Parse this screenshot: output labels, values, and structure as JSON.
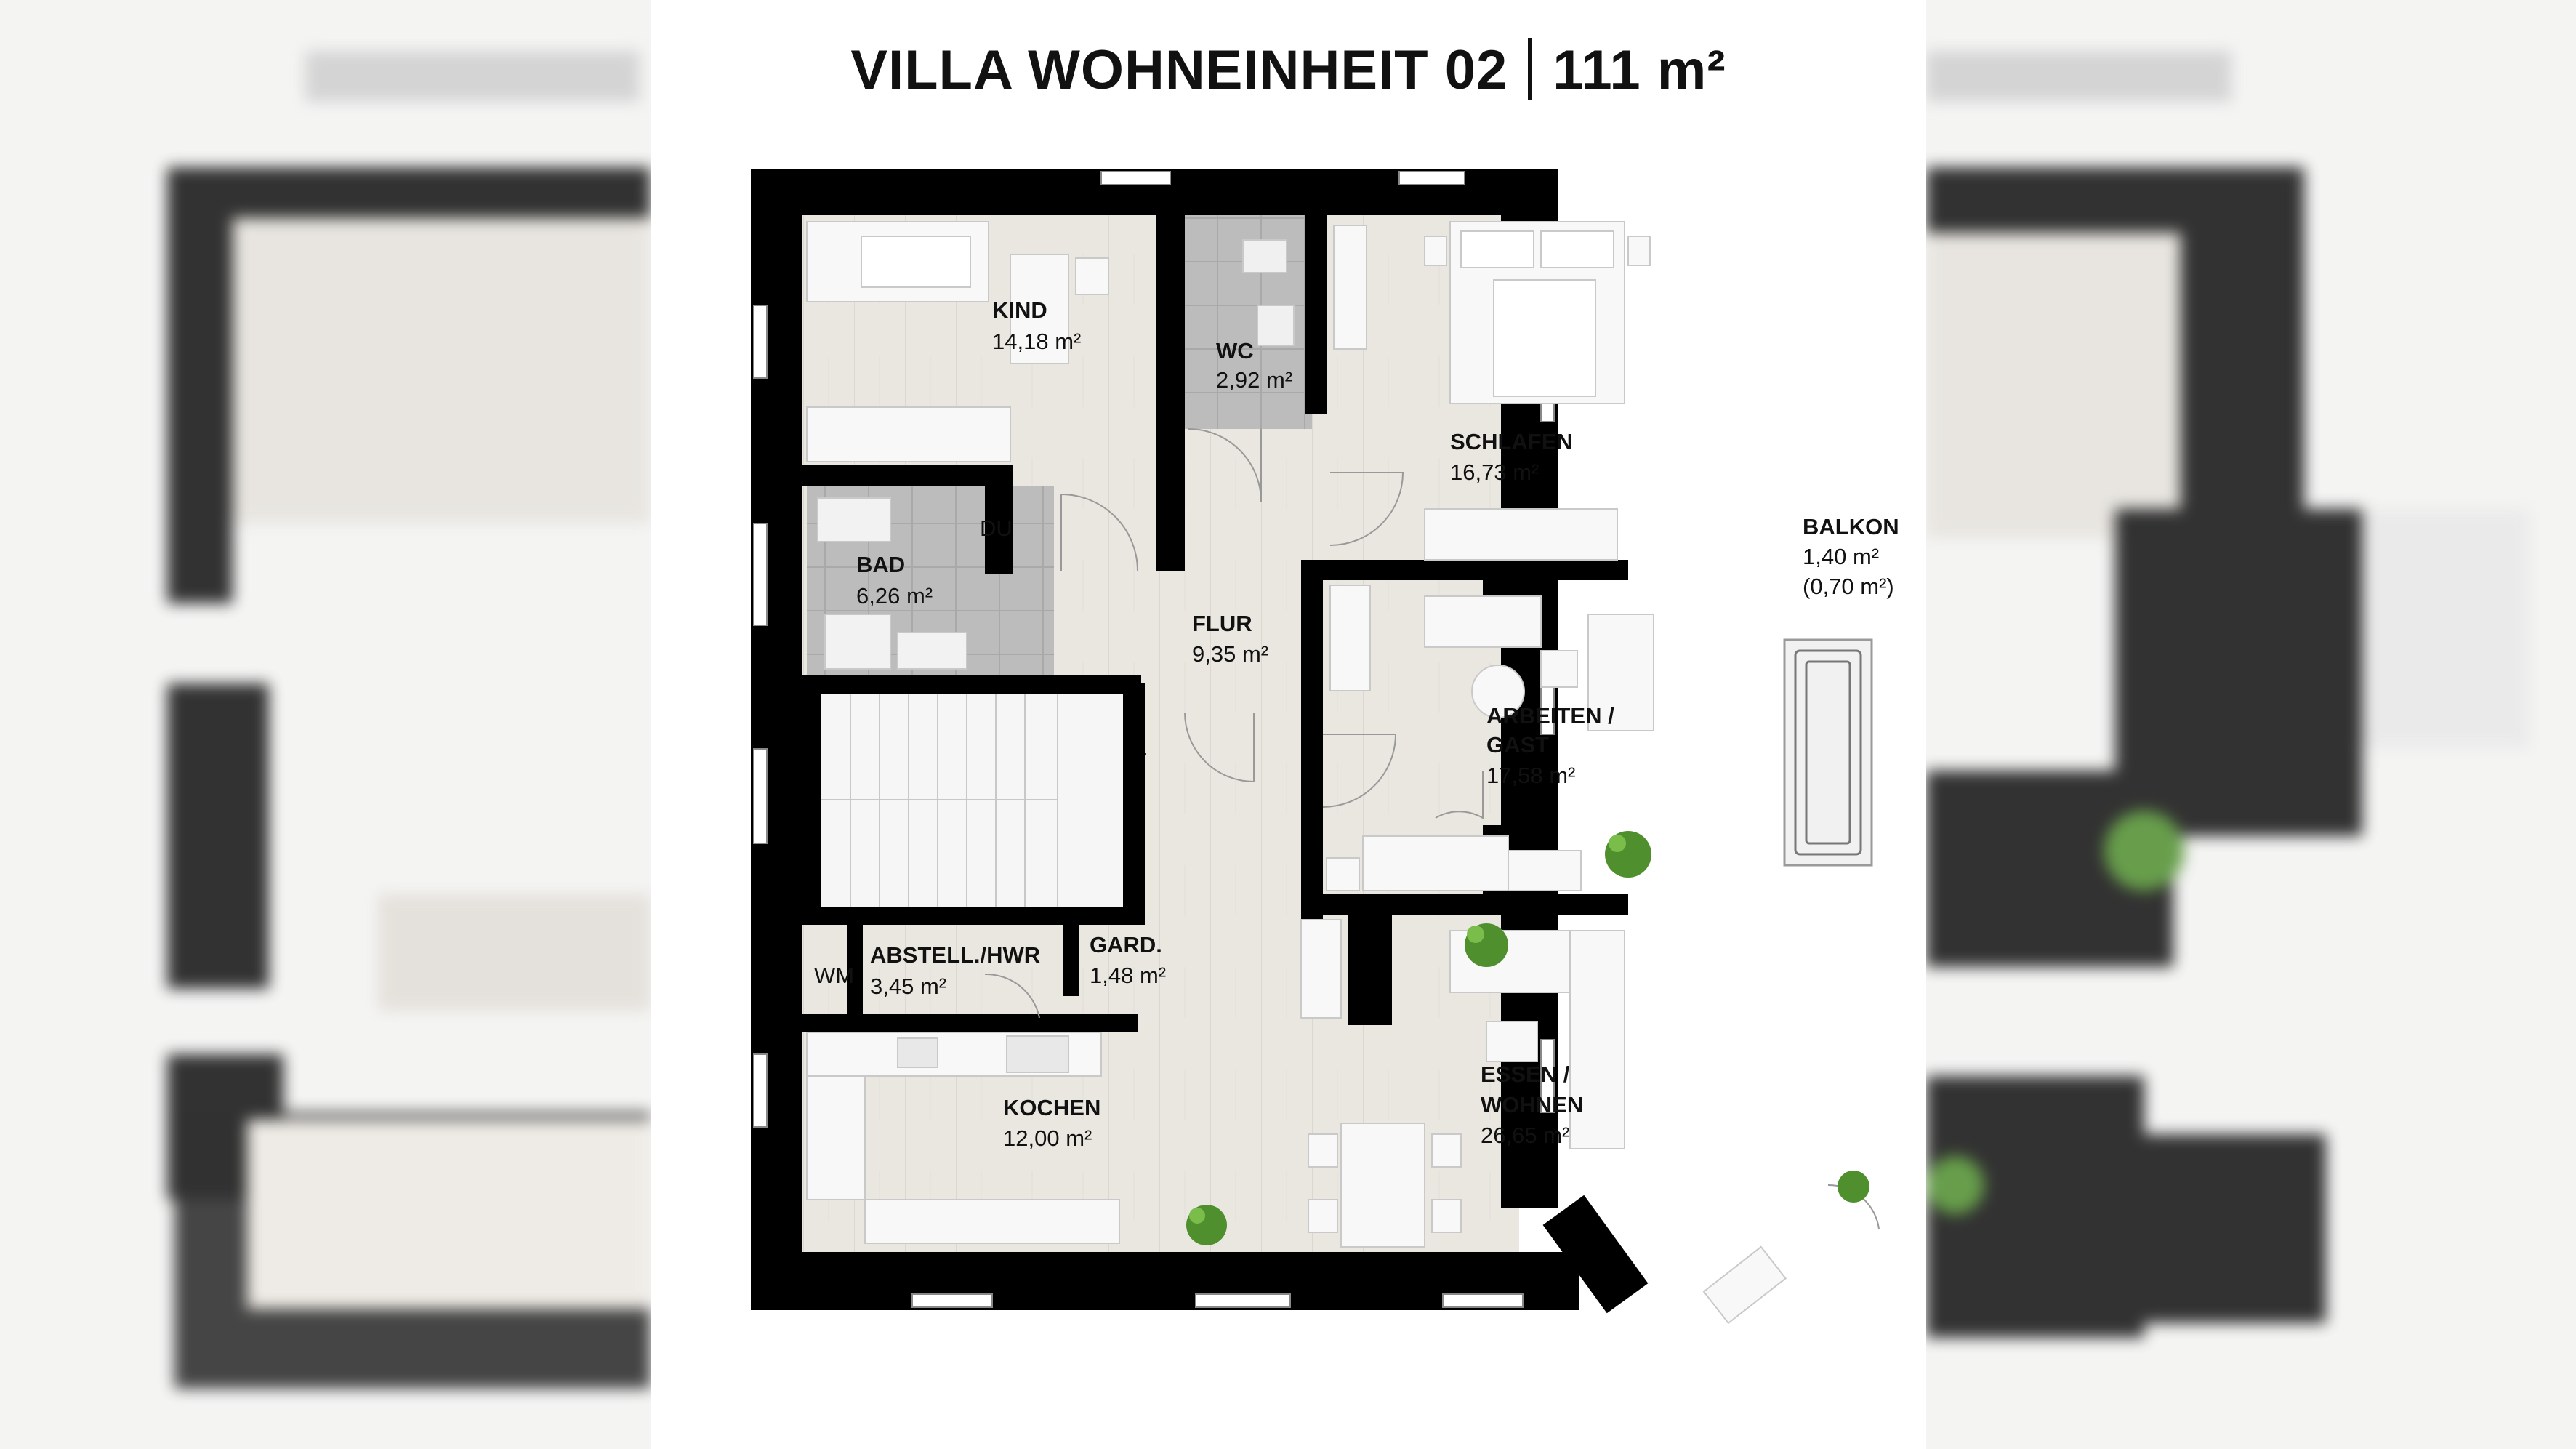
{
  "title": {
    "name": "VILLA WOHNEINHEIT 02",
    "area": "111 m²"
  },
  "rooms": {
    "kind": {
      "label": "KIND",
      "area": "14,18 m²"
    },
    "wc": {
      "label": "WC",
      "area": "2,92 m²"
    },
    "schlafen": {
      "label": "SCHLAFEN",
      "area": "16,73 m²"
    },
    "balkon": {
      "label": "BALKON",
      "area": "1,40 m²",
      "area_note": "(0,70 m²)"
    },
    "bad": {
      "label": "BAD",
      "area": "6,26 m²"
    },
    "du": {
      "label": "DU"
    },
    "flur": {
      "label": "FLUR",
      "area": "9,35 m²"
    },
    "arbeiten": {
      "label_line1": "ARBEITEN /",
      "label_line2": "GAST",
      "area": "17,58 m²"
    },
    "abstell": {
      "label": "ABSTELL./HWR",
      "area": "3,45 m²"
    },
    "wm": {
      "label": "WM"
    },
    "gard": {
      "label": "GARD.",
      "area": "1,48 m²"
    },
    "kochen": {
      "label": "KOCHEN",
      "area": "12,00 m²"
    },
    "essen": {
      "label_line1": "ESSEN /",
      "label_line2": "WOHNEN",
      "area": "26,65 m²"
    }
  },
  "colors": {
    "wall": "#000000",
    "floor_wood": "#e9e6e0",
    "floor_tile": "#bdbdbd",
    "furniture": "#f7f7f7",
    "plant": "#4f8f2e",
    "side_background": "#f4f4f3"
  }
}
